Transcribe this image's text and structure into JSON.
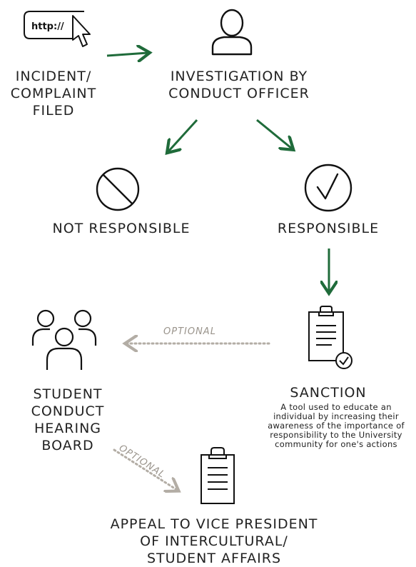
{
  "nodes": {
    "incident": {
      "label": "INCIDENT/\nCOMPLAINT\nFILED",
      "icon": "browser-cursor-icon",
      "url_text": "http://"
    },
    "investigation": {
      "label": "INVESTIGATION BY\nCONDUCT OFFICER",
      "icon": "person-icon"
    },
    "not_responsible": {
      "label": "NOT RESPONSIBLE",
      "icon": "prohibited-icon"
    },
    "responsible": {
      "label": "RESPONSIBLE",
      "icon": "checkmark-circle-icon"
    },
    "sanction": {
      "label": "SANCTION",
      "description": "A tool used to educate an\nindividual by increasing their\nawareness of the importance of\nresponsibility to the University\ncommunity for one's actions",
      "icon": "clipboard-check-icon"
    },
    "hearing_board": {
      "label": "STUDENT\nCONDUCT\nHEARING\nBOARD",
      "icon": "group-icon"
    },
    "appeal": {
      "label": "APPEAL TO VICE PRESIDENT\nOF INTERCULTURAL/\nSTUDENT AFFAIRS",
      "icon": "clipboard-icon"
    }
  },
  "edges": {
    "optional_label_1": "OPTIONAL",
    "optional_label_2": "OPTIONAL"
  },
  "colors": {
    "arrow_green": "#1f6b3a",
    "optional_gray": "#b3ada5",
    "icon_black": "#111111"
  }
}
